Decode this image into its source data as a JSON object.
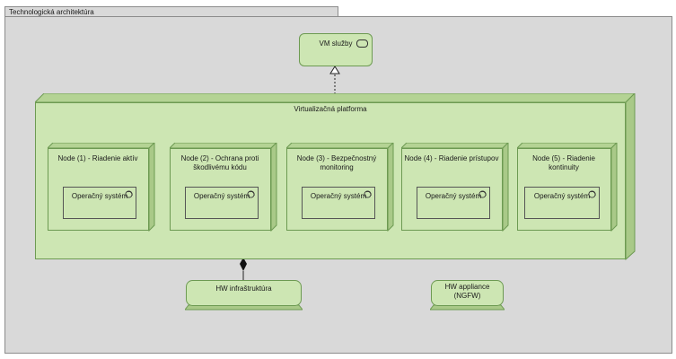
{
  "group": {
    "title": "Technologická architektúra"
  },
  "service": {
    "label": "VM služby",
    "icon": "service-pill-icon"
  },
  "platform": {
    "label": "Virtualizačná platforma"
  },
  "nodes": [
    {
      "label": "Node (1) - Riadenie aktív",
      "os_label": "Operačný systém"
    },
    {
      "label": "Node (2) - Ochrana proti škodlivému kódu",
      "os_label": "Operačný systém"
    },
    {
      "label": "Node (3) - Bezpečnostný monitoring",
      "os_label": "Operačný systém"
    },
    {
      "label": "Node (4) - Riadenie prístupov",
      "os_label": "Operačný systém"
    },
    {
      "label": "Node (5) - Riadenie kontinuity",
      "os_label": "Operačný systém"
    }
  ],
  "hw_infra": {
    "label": "HW infraštruktúra"
  },
  "hw_appliance": {
    "label": "HW appliance (NGFW)"
  },
  "colors": {
    "fill": "#cde6b3",
    "stroke": "#6d9a52",
    "group": "#d9d9d9"
  }
}
